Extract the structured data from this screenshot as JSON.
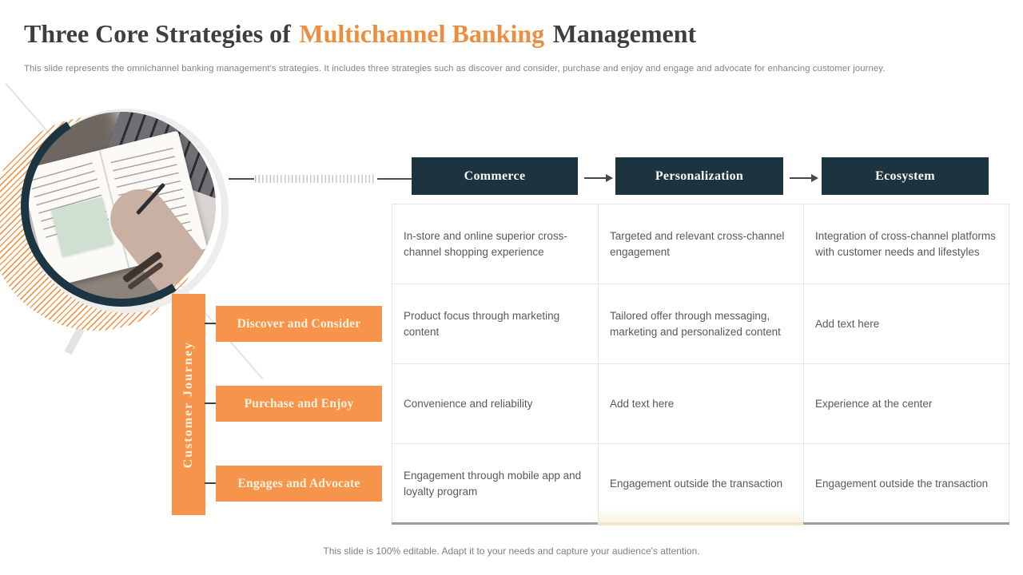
{
  "title": {
    "part1": "Three Core Strategies of",
    "accent": "Multichannel Banking",
    "part2": "Management"
  },
  "subtitle": "This slide represents the omnichannel banking management's strategies. It includes three strategies such as discover and consider, purchase and enjoy and engage and advocate for enhancing customer journey.",
  "footer": "This slide is 100% editable. Adapt it to your needs and capture your audience's attention.",
  "flow": {
    "steps": [
      "Commerce",
      "Personalization",
      "Ecosystem"
    ]
  },
  "journey": {
    "label": "Customer Journey",
    "stages": [
      "Discover and Consider",
      "Purchase and Enjoy",
      "Engages and Advocate"
    ]
  },
  "matrix": {
    "rows": [
      [
        "In-store and online superior cross-channel shopping experience",
        "Targeted and relevant cross-channel engagement",
        "Integration of cross-channel platforms with customer needs and lifestyles"
      ],
      [
        "Product focus through marketing content",
        "Tailored offer through messaging, marketing and personalized content",
        "Add text here"
      ],
      [
        "Convenience and reliability",
        "Add text here",
        "Experience at the center"
      ],
      [
        "Engagement through mobile app and loyalty program",
        "Engagement outside the transaction",
        "Engagement outside the transaction"
      ]
    ]
  },
  "colors": {
    "accent_orange": "#F5944A",
    "title_orange": "#ED8D3D",
    "dark_navy": "#1B3440",
    "cell_text": "#595959",
    "bottom_bar_gray": "#9E9E9E",
    "bottom_bar_cream": "#F2E5CB"
  }
}
